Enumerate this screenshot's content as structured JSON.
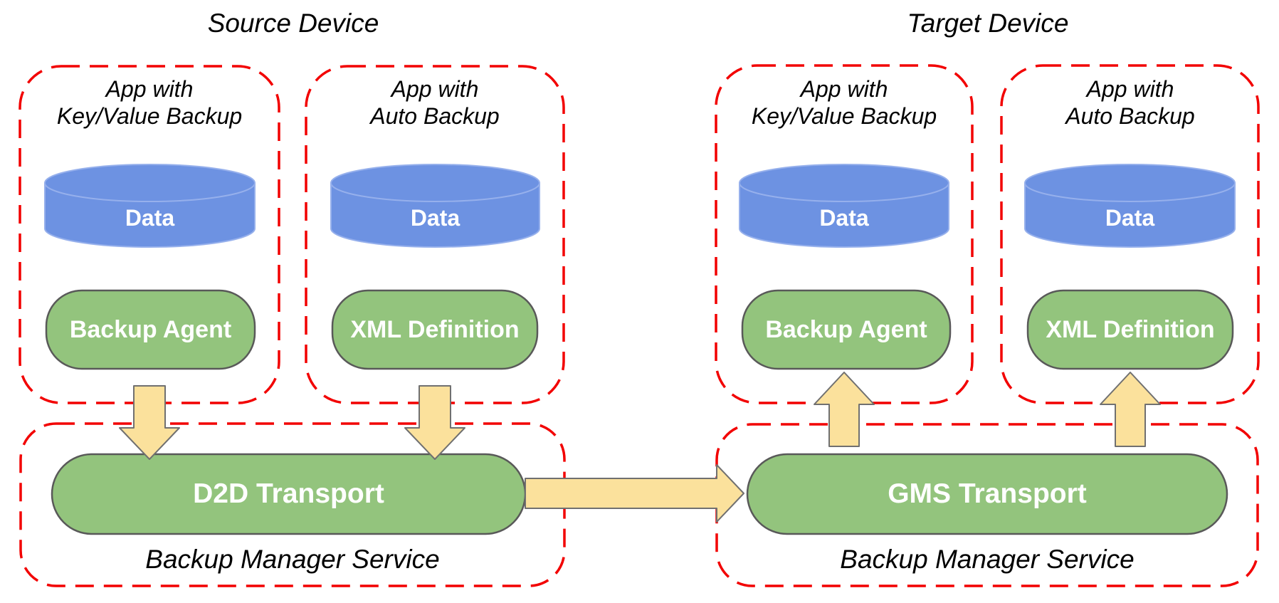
{
  "titles": {
    "source": "Source Device",
    "target": "Target Device"
  },
  "source": {
    "apps": [
      {
        "label": "App with\nKey/Value Backup",
        "data": "Data",
        "component": "Backup Agent"
      },
      {
        "label": "App with\nAuto Backup",
        "data": "Data",
        "component": "XML Definition"
      }
    ],
    "service": {
      "transport": "D2D Transport",
      "name": "Backup Manager Service"
    }
  },
  "target": {
    "apps": [
      {
        "label": "App with\nKey/Value Backup",
        "data": "Data",
        "component": "Backup Agent"
      },
      {
        "label": "App with\nAuto Backup",
        "data": "Data",
        "component": "XML Definition"
      }
    ],
    "service": {
      "transport": "GMS Transport",
      "name": "Backup Manager Service"
    }
  },
  "colors": {
    "box_dash": "#f20000",
    "cylinder_fill": "#6d92e2",
    "cylinder_stroke": "#96b0ec",
    "pill_fill": "#93c47d",
    "pill_stroke": "#595959",
    "arrow_fill": "#fbe19c",
    "arrow_stroke": "#707070",
    "text": "#000000",
    "text_on_fill": "#ffffff"
  }
}
